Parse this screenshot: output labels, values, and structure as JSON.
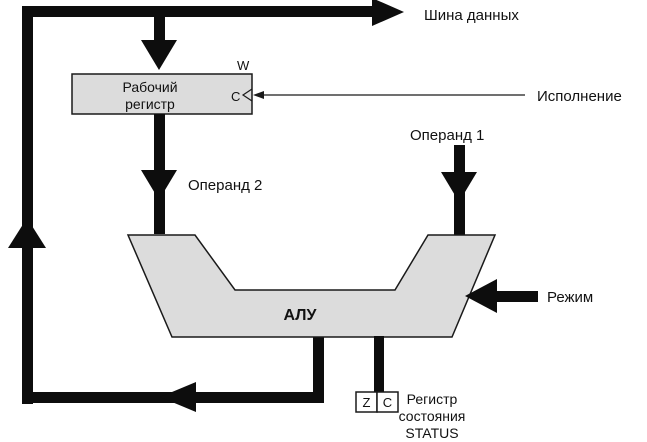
{
  "diagram": {
    "labels": {
      "data_bus": "Шина данных",
      "working_register_line1": "Рабочий",
      "working_register_line2": "регистр",
      "register_w": "W",
      "register_c": "C",
      "execution": "Исполнение",
      "operand_1": "Операнд 1",
      "operand_2": "Операнд 2",
      "alu": "АЛУ",
      "mode": "Режим",
      "flag_z": "Z",
      "flag_c": "C",
      "status_line1": "Регистр",
      "status_line2": "состояния",
      "status_line3": "STATUS"
    },
    "colors": {
      "bus": "#0d0d0d",
      "block_fill": "#dcdcdc",
      "block_stroke": "#1a1a1a",
      "background": "#ffffff"
    }
  }
}
